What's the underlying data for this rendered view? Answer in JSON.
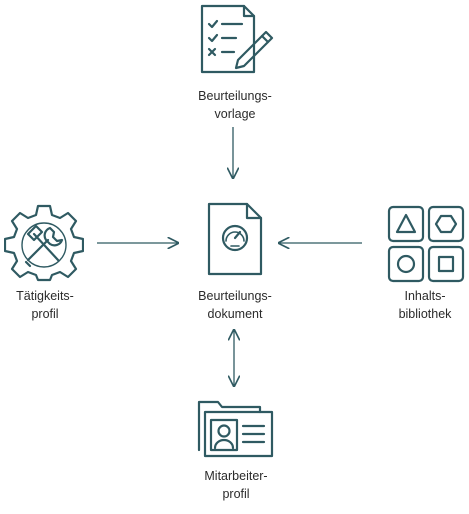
{
  "colors": {
    "icon_stroke": "#2f5a62",
    "arrow": "#2f5a62",
    "text": "#2b2b2b"
  },
  "nodes": {
    "template": {
      "label_line1": "Beurteilungs-",
      "label_line2": "vorlage",
      "icon": "checklist-pen-icon"
    },
    "document": {
      "label_line1": "Beurteilungs-",
      "label_line2": "dokument",
      "icon": "document-gauge-icon"
    },
    "activity_profile": {
      "label_line1": "Tätigkeits-",
      "label_line2": "profil",
      "icon": "gear-tools-icon"
    },
    "content_library": {
      "label_line1": "Inhalts-",
      "label_line2": "bibliothek",
      "icon": "shapes-library-icon"
    },
    "employee_profile": {
      "label_line1": "Mitarbeiter-",
      "label_line2": "profil",
      "icon": "employee-card-icon"
    }
  },
  "edges": [
    {
      "from": "template",
      "to": "document",
      "direction": "one-way"
    },
    {
      "from": "activity_profile",
      "to": "document",
      "direction": "one-way"
    },
    {
      "from": "content_library",
      "to": "document",
      "direction": "one-way"
    },
    {
      "from": "document",
      "to": "employee_profile",
      "direction": "two-way"
    }
  ]
}
